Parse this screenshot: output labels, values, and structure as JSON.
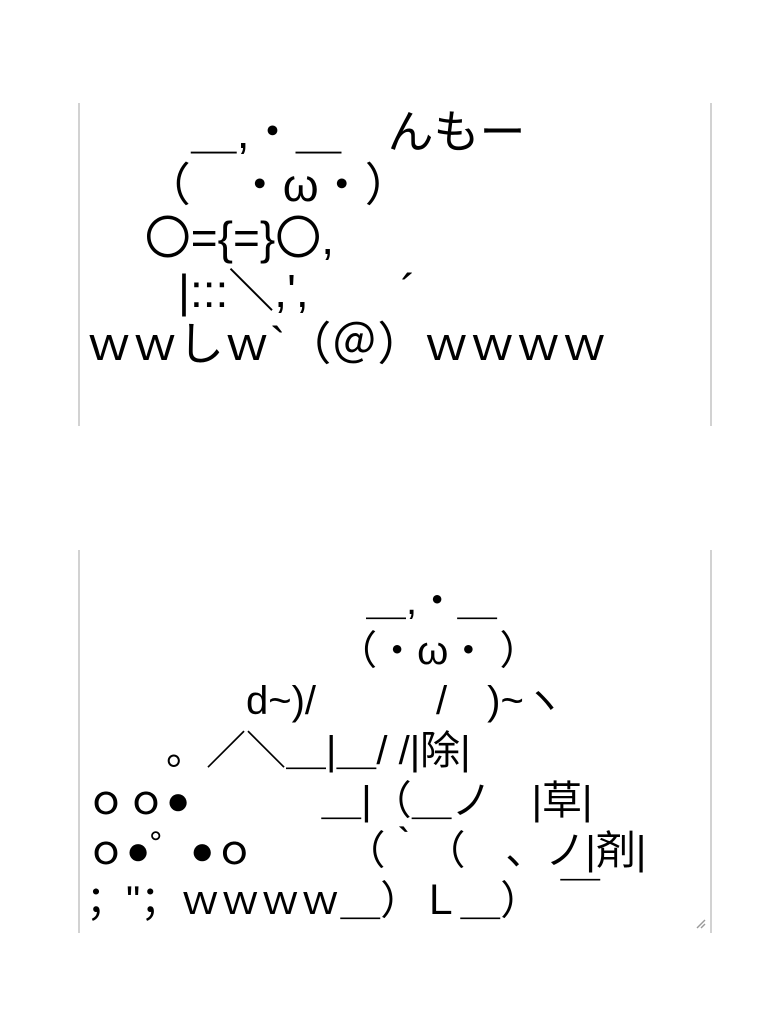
{
  "page": {
    "background_color": "#ffffff",
    "text_color": "#000000",
    "panel_border_color": "#d2d2d2",
    "resize_handle_color": "#9a9a9a"
  },
  "panels": [
    {
      "id": "cow-grazing",
      "speech_text": "んもー",
      "lines": [
        "　　 ＿,・＿　んもー",
        "　 （　・ω・）",
        "　 〇={=}〇,",
        "　　|:::＼,',　　´",
        "ｗｗしｗ`（＠）ｗｗｗｗ"
      ]
    },
    {
      "id": "herbicide-spray",
      "bottle_label": "除草剤",
      "lines": [
        "　　　　　　　＿,・＿",
        "　　　　　　 （・ω・ ）",
        "　　　　d~)/　　　/　)~ヽ",
        "　　。／＼＿|＿/ /|除|",
        "ｏｏ●　　　 ＿|（＿ノ　|草|",
        "ｏ●゜●ｏ　　 （｀（　、ノ|剤|",
        "；\"；ｗｗｗｗ＿）Ｌ＿）　￣"
      ]
    }
  ]
}
